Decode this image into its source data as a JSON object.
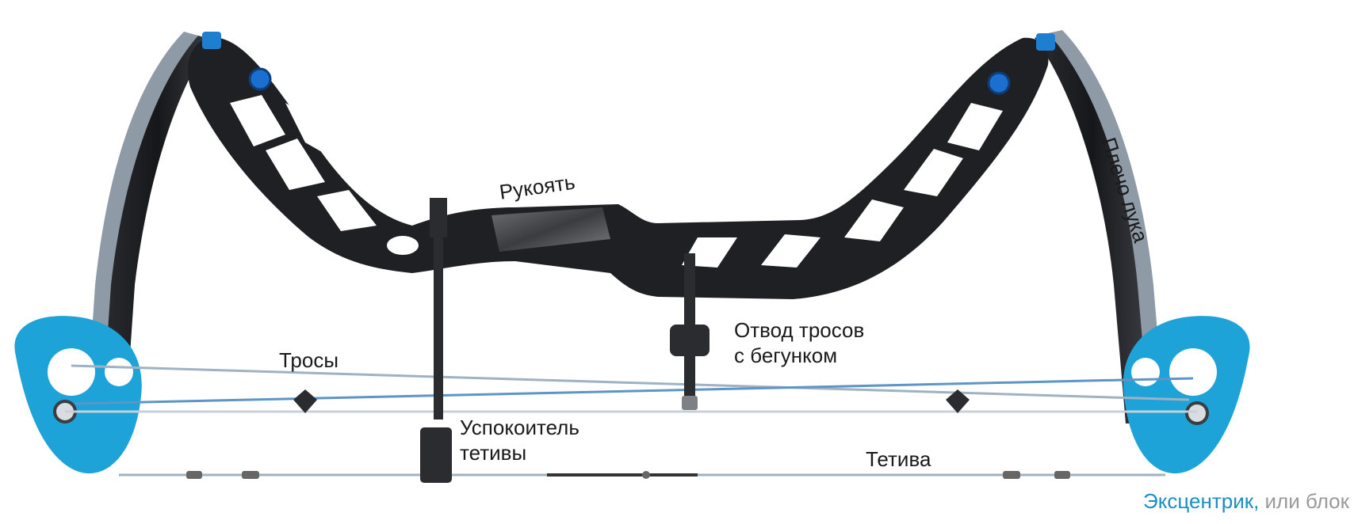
{
  "labels": {
    "riser": "Рукоять",
    "limb": "Плечо лука",
    "cable_guard_line1": "Отвод тросов",
    "cable_guard_line2": "с бегунком",
    "cables": "Тросы",
    "string_suppressor_line1": "Успокоитель",
    "string_suppressor_line2": "тетивы",
    "string": "Тетива",
    "cam_main": "Эксцентрик,",
    "cam_alt": " или блок"
  },
  "colors": {
    "bow_body": "#1f2023",
    "cam": "#1ea3d8",
    "accent_text": "#1a8fc4",
    "muted_text": "#9a9a9a",
    "string": "#9fb2c2"
  }
}
